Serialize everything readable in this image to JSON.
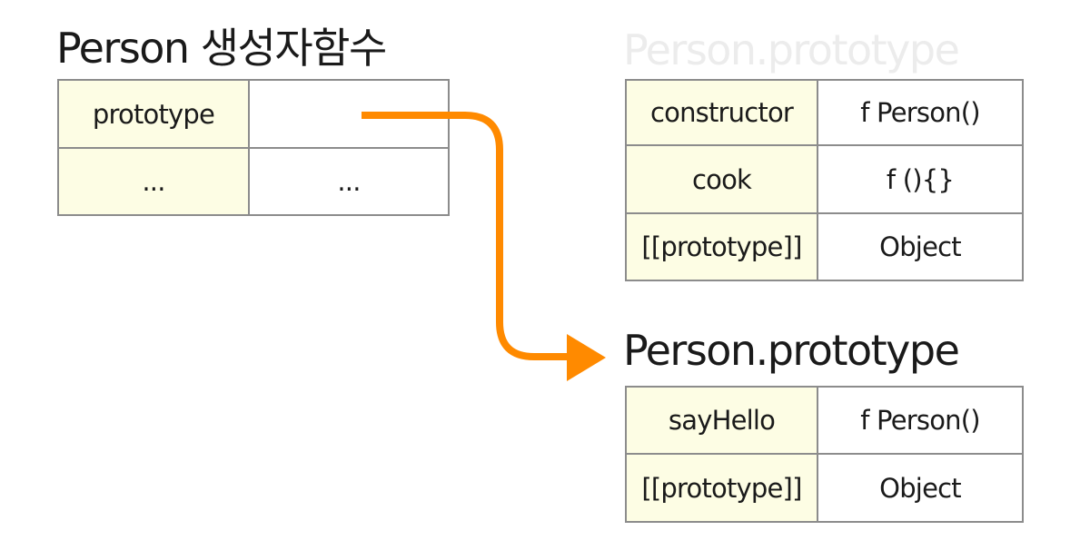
{
  "constructor_block": {
    "title": "Person 생성자함수",
    "rows": [
      {
        "key": "prototype",
        "value": ""
      },
      {
        "key": "...",
        "value": "..."
      }
    ]
  },
  "old_prototype_block": {
    "title": "Person.prototype",
    "rows": [
      {
        "key": "constructor",
        "value": "f Person()"
      },
      {
        "key": "cook",
        "value": "f (){}"
      },
      {
        "key": "[[prototype]]",
        "value": "Object"
      }
    ]
  },
  "new_prototype_block": {
    "title": "Person.prototype",
    "rows": [
      {
        "key": "sayHello",
        "value": "f Person()"
      },
      {
        "key": "[[prototype]]",
        "value": "Object"
      }
    ]
  },
  "colors": {
    "arrow": "#ff8a00",
    "key_fill": "#fdfde4",
    "border": "#8c8c8c",
    "faded_title": "#ececec"
  }
}
